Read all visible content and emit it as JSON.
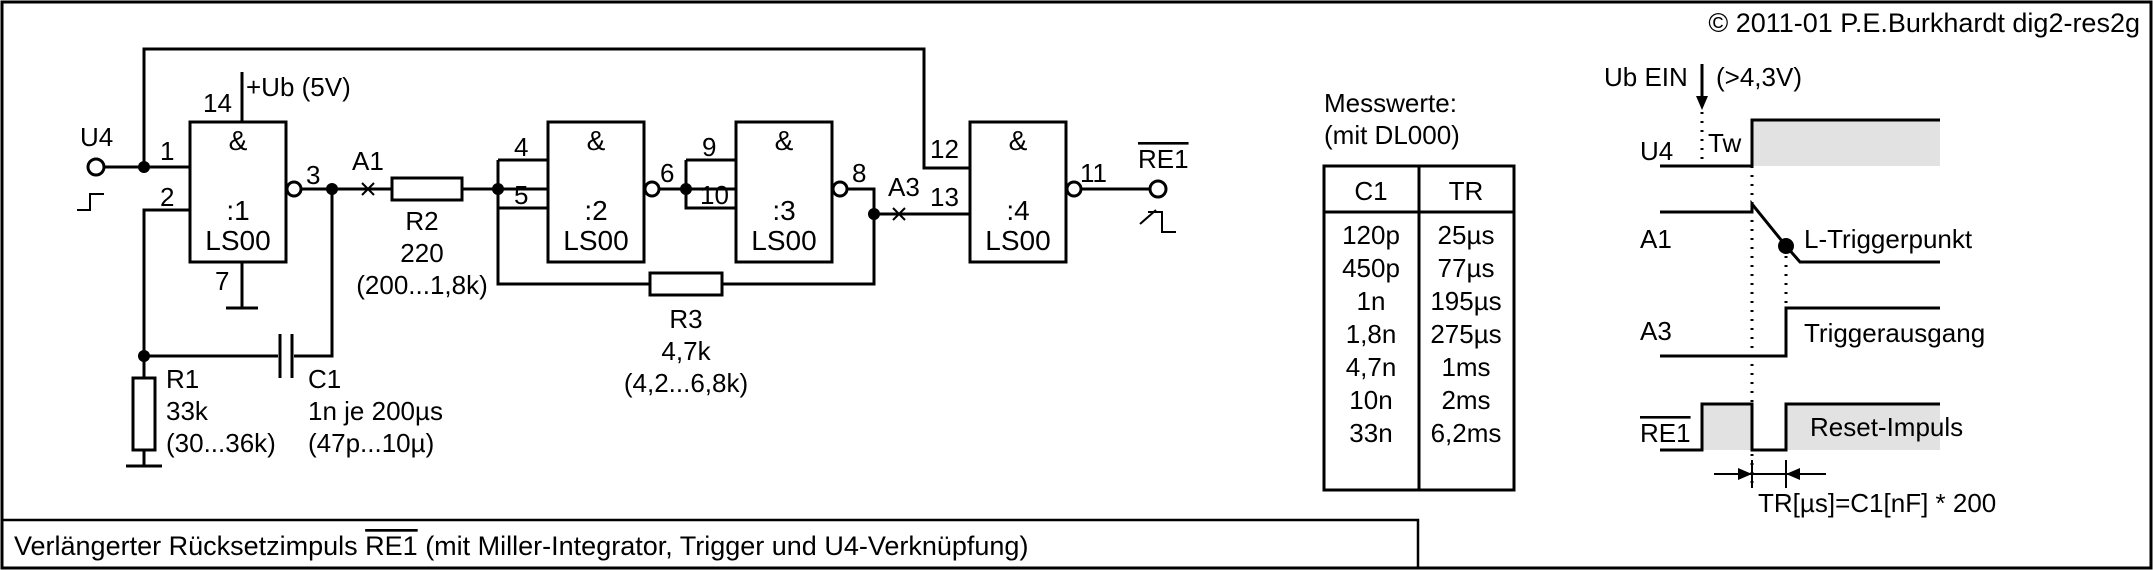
{
  "copyright": "© 2011-01 P.E.Burkhardt dig2-res2g",
  "caption": {
    "prefix": "Verlängerter Rücksetzimpuls ",
    "signal": "RE1",
    "suffix": " (mit Miller-Integrator, Trigger und U4-Verknüpfung)"
  },
  "circuit": {
    "supply": "+Ub (5V)",
    "input_label": "U4",
    "output_label": "RE1",
    "node_labels": {
      "a1": "A1",
      "a3": "A3"
    },
    "gates": [
      {
        "symbol": "&",
        "index": ":1",
        "type": "LS00",
        "pin_in_a": "1",
        "pin_in_b": "2",
        "pin_out": "3",
        "pin_vcc": "14",
        "pin_gnd": "7"
      },
      {
        "symbol": "&",
        "index": ":2",
        "type": "LS00",
        "pin_in_a": "4",
        "pin_in_b": "5",
        "pin_out": "6"
      },
      {
        "symbol": "&",
        "index": ":3",
        "type": "LS00",
        "pin_in_a": "9",
        "pin_in_b": "10",
        "pin_out": "8"
      },
      {
        "symbol": "&",
        "index": ":4",
        "type": "LS00",
        "pin_in_a": "12",
        "pin_in_b": "13",
        "pin_out": "11"
      }
    ],
    "components": {
      "r1": {
        "name": "R1",
        "value": "33k",
        "range": "(30...36k)"
      },
      "r2": {
        "name": "R2",
        "value": "220",
        "range": "(200...1,8k)"
      },
      "r3": {
        "name": "R3",
        "value": "4,7k",
        "range": "(4,2...6,8k)"
      },
      "c1": {
        "name": "C1",
        "value": "1n je 200µs",
        "range": "(47p...10µ)"
      }
    }
  },
  "measurements": {
    "title": "Messwerte:",
    "subtitle": "(mit DL000)",
    "headers": [
      "C1",
      "TR"
    ],
    "rows": [
      [
        "120p",
        "25µs"
      ],
      [
        "450p",
        "77µs"
      ],
      [
        "1n",
        "195µs"
      ],
      [
        "1,8n",
        "275µs"
      ],
      [
        "4,7n",
        "1ms"
      ],
      [
        "10n",
        "2ms"
      ],
      [
        "33n",
        "6,2ms"
      ]
    ]
  },
  "timing": {
    "event": "Ub EIN",
    "threshold": "(>4,3V)",
    "tw": "Tw",
    "signals": [
      "U4",
      "A1",
      "A3",
      "RE1"
    ],
    "annotations": {
      "trigger_point": "L-Triggerpunkt",
      "trigger_output": "Triggerausgang",
      "reset_pulse": "Reset-Impuls"
    },
    "formula": "TR[µs]=C1[nF] * 200"
  }
}
